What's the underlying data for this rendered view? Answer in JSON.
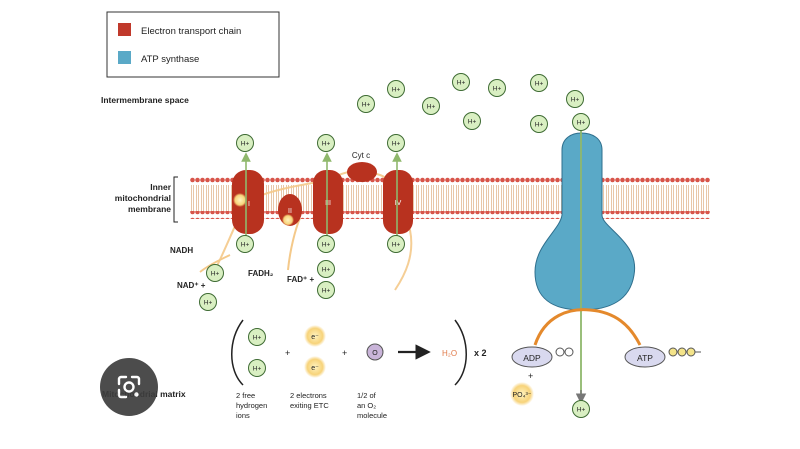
{
  "legend": {
    "items": [
      {
        "label": "Electron transport chain",
        "color": "#c0392b"
      },
      {
        "label": "ATP synthase",
        "color": "#5aa9c7"
      }
    ]
  },
  "labels": {
    "intermembrane_space": "Intermembrane space",
    "inner_membrane": [
      "Inner",
      "mitochondrial",
      "membrane"
    ],
    "matrix": "Mitochondrial matrix",
    "cytc": "Cyt c",
    "nadh": "NADH",
    "nad": "NAD⁺ +",
    "fadh2": "FADH₂",
    "fad": "FAD⁺ +",
    "x2": "x 2",
    "adp": "ADP",
    "atp": "ATP",
    "plus": "+",
    "pi": "PO₄³⁻",
    "h2o": "H₂O",
    "e": "e⁻",
    "o": "O",
    "hplus": "H+",
    "free_h": [
      "2 free",
      "hydrogen",
      "ions"
    ],
    "electrons": [
      "2 electrons",
      "exiting ETC"
    ],
    "half_o2": [
      "1/2 of",
      "an O₂",
      "molecule"
    ],
    "complexes": [
      "I",
      "II",
      "III",
      "IV"
    ]
  },
  "colors": {
    "etc": "#b8321f",
    "atp_synthase": "#5aa9c7",
    "hion_fill": "#d9efc2",
    "hion_stroke": "#3e6b33",
    "arrow": "#8fb86c",
    "membrane_head": "#d8554a",
    "electron_path": "#f4c98a",
    "adp_fill": "#d9d9ef"
  },
  "overlay": {
    "icon": "image-search-icon"
  }
}
